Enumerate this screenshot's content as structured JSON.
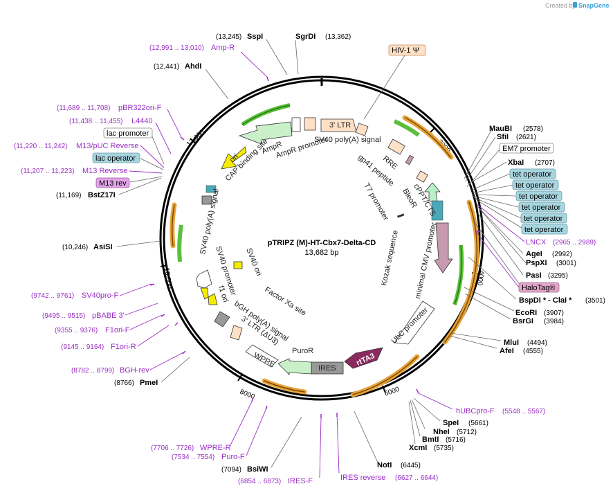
{
  "brand": {
    "created_by": "Created by",
    "name": "SnapGene"
  },
  "plasmid": {
    "name": "pTRIPZ (M)-HT-Cbx7-Delta-CD",
    "size": "13,682 bp"
  },
  "ruler": [
    "2000",
    "4000",
    "6000",
    "8000",
    "10,000",
    "12,000"
  ],
  "sites": [
    {
      "name": "SspI",
      "pos": "(13,245)"
    },
    {
      "name": "SgrDI",
      "pos": "(13,362)"
    },
    {
      "name": "AhdI",
      "pos": "(12,441)"
    },
    {
      "name": "BstZ17I",
      "pos": "(11,169)"
    },
    {
      "name": "AsiSI",
      "pos": "(10,246)"
    },
    {
      "name": "PmeI",
      "pos": "(8766)"
    },
    {
      "name": "BsiWI",
      "pos": "(7094)"
    },
    {
      "name": "NotI",
      "pos": "(6445)"
    },
    {
      "name": "XcmI",
      "pos": "(5735)"
    },
    {
      "name": "BmtI",
      "pos": "(5716)"
    },
    {
      "name": "NheI",
      "pos": "(5712)"
    },
    {
      "name": "SpeI",
      "pos": "(5661)"
    },
    {
      "name": "AfeI",
      "pos": "(4555)"
    },
    {
      "name": "MluI",
      "pos": "(4494)"
    },
    {
      "name": "BsrGI",
      "pos": "(3984)"
    },
    {
      "name": "EcoRI",
      "pos": "(3907)"
    },
    {
      "name": "BspDI * - ClaI *",
      "pos": "(3501)"
    },
    {
      "name": "PasI",
      "pos": "(3295)"
    },
    {
      "name": "PspXI",
      "pos": "(3001)"
    },
    {
      "name": "AgeI",
      "pos": "(2992)"
    },
    {
      "name": "XbaI",
      "pos": "(2707)"
    },
    {
      "name": "SfiI",
      "pos": "(2621)"
    },
    {
      "name": "MauBI",
      "pos": "(2578)"
    }
  ],
  "primers": [
    {
      "range": "(12,991 .. 13,010)",
      "name": "Amp-R"
    },
    {
      "range": "(11,689 .. 11,708)",
      "name": "pBR322ori-F"
    },
    {
      "range": "(11,438 .. 11,455)",
      "name": "L4440"
    },
    {
      "range": "(11,220 .. 11,242)",
      "name": "M13/pUC Reverse"
    },
    {
      "range": "(11,207 .. 11,223)",
      "name": "M13 Reverse"
    },
    {
      "range": "(9742 .. 9761)",
      "name": "SV40pro-F"
    },
    {
      "range": "(9495 .. 9515)",
      "name": "pBABE 3'"
    },
    {
      "range": "(9355 .. 9376)",
      "name": "F1ori-F"
    },
    {
      "range": "(9145 .. 9164)",
      "name": "F1ori-R"
    },
    {
      "range": "(8782 .. 8799)",
      "name": "BGH-rev"
    },
    {
      "range": "(7706 .. 7726)",
      "name": "WPRE-R"
    },
    {
      "range": "(7534 .. 7554)",
      "name": "Puro-F"
    },
    {
      "range": "(6854 .. 6873)",
      "name": "IRES-F"
    },
    {
      "range": "(6627 .. 6644)",
      "name": "IRES reverse"
    },
    {
      "range": "(5548 .. 5567)",
      "name": "hUBCpro-F"
    },
    {
      "range": "(2965 .. 2989)",
      "name": "LNCX"
    }
  ],
  "boxed": {
    "lac_promoter": "lac promoter",
    "lac_operator": "lac operator",
    "m13_rev": "M13 rev",
    "hiv": "HIV-1 Ψ",
    "em7": "EM7 promoter",
    "tet_operator": "tet operator",
    "halotag": "HaloTag®"
  },
  "features": {
    "ltr3": "3' LTR",
    "sv40_polya_top": "SV40 poly(A) signal",
    "ampr": "AmpR",
    "ampr_promoter": "AmpR promoter",
    "cap": "CAP binding site",
    "ori_top": "ori",
    "rre": "RRE",
    "gp41": "gp41 peptide",
    "cppt": "cPPT/CTS",
    "bleor": "BleoR",
    "t7": "T7 promoter",
    "kozak": "Kozak sequence",
    "mincmv": "minimal CMV promoter",
    "ubc": "UbC promoter",
    "rtta3": "rtTA3",
    "ires": "IRES",
    "puror": "PuroR",
    "wpre": "WPRE",
    "ltr3_du3": "3' LTR (ΔU3)",
    "bgh": "bGH poly(A) signal",
    "factorxa": "Factor Xa site",
    "f1ori": "f1 ori",
    "sv40_promoter": "SV40 promoter",
    "sv40_ori": "SV40 ori",
    "sv40_polya_left": "SV40 poly(A) signal"
  },
  "colors": {
    "primer": "#9a2ec4",
    "orange": "#e8a33a",
    "green": "#5bbf3a",
    "yellow": "#f5ec00",
    "tet": "#a8d6e0",
    "halotag": "#e2a5c8",
    "rtta": "#8b2a5e",
    "mincmv": "#c79ab0",
    "hiv": "#fde0c6"
  }
}
